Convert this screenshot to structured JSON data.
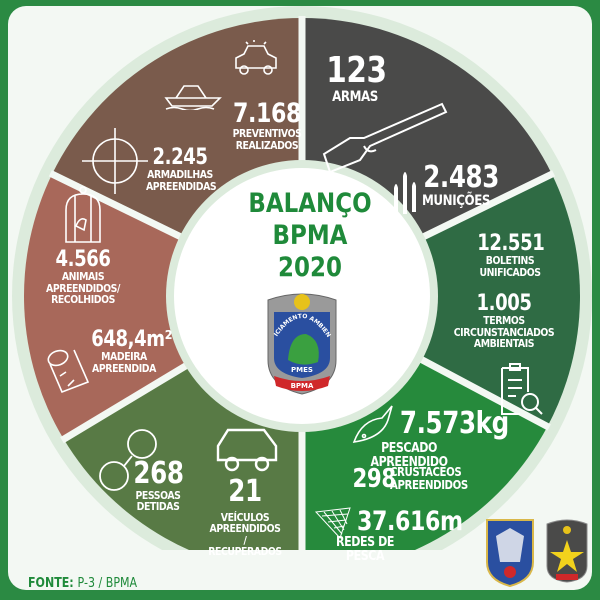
{
  "title": {
    "line1": "BALANÇO",
    "line2": "BPMA",
    "line3": "2020"
  },
  "colors": {
    "frame": "#2b8a43",
    "preventivos": "#7a5b4c",
    "animais": "#a8685a",
    "detidos": "#587a45",
    "pescado": "#268a3c",
    "boletins": "#2f6b44",
    "armas": "#4a4a49"
  },
  "stats": {
    "preventivos": {
      "value": "7.168",
      "label1": "PREVENTIVOS",
      "label2": "REALIZADOS"
    },
    "armadilhas": {
      "value": "2.245",
      "label1": "ARMADILHAS",
      "label2": "APREENDIDAS"
    },
    "armas": {
      "value": "123",
      "label": "ARMAS"
    },
    "municoes": {
      "value": "2.483",
      "label": "MUNIÇÕES"
    },
    "boletins": {
      "value": "12.551",
      "label1": "BOLETINS",
      "label2": "UNIFICADOS"
    },
    "termos": {
      "value": "1.005",
      "label1": "TERMOS",
      "label2": "CIRCUNSTANCIADOS",
      "label3": "AMBIENTAIS"
    },
    "animais": {
      "value": "4.566",
      "label1": "ANIMAIS",
      "label2": "APREENDIDOS/",
      "label3": "RECOLHIDOS"
    },
    "madeira": {
      "value": "648,4m²",
      "label1": "MADEIRA",
      "label2": "APREENDIDA"
    },
    "pessoas": {
      "value": "268",
      "label1": "PESSOAS",
      "label2": "DETIDAS"
    },
    "veiculos": {
      "value": "21",
      "label1": "VEÍCULOS",
      "label2": "APREENDIDOS /",
      "label3": "RECUPERADOS"
    },
    "pescado": {
      "value": "7.573kg",
      "label": "PESCADO APREENDIDO"
    },
    "crustaceos": {
      "value": "298",
      "label1": "CRUSTÁCEOS",
      "label2": "APREENDIDOS"
    },
    "redes": {
      "value": "37.616m",
      "label": "REDES DE PESCA"
    }
  },
  "badge": {
    "text1": "POLICIAMENTO AMBIENTAL",
    "text2": "PMES",
    "text3": "BPMA"
  },
  "source": {
    "label": "FONTE:",
    "value": "P-3 / BPMA"
  }
}
